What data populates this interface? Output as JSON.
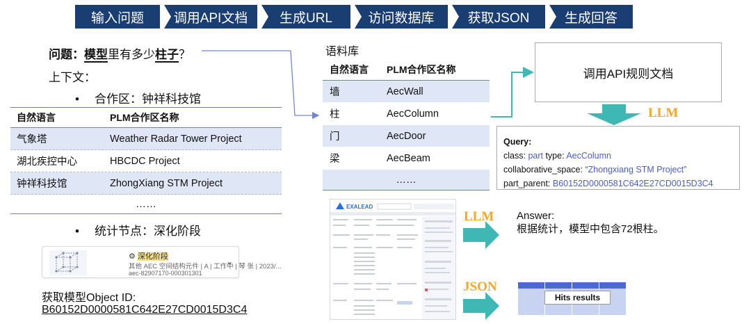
{
  "flow": {
    "steps": [
      "输入问题",
      "调用API文档",
      "生成URL",
      "访问数据库",
      "获取JSON",
      "生成回答"
    ]
  },
  "question": {
    "prefix": "问题：",
    "word1": "模型",
    "mid": "里有多少",
    "word2": "柱子",
    "suffix": "？"
  },
  "context_label": "上下文：",
  "collab": {
    "bullet": "合作区：钟祥科技馆",
    "headers": [
      "自然语言",
      "PLM合作区名称"
    ],
    "rows": [
      [
        "气象塔",
        "Weather Radar Tower Project"
      ],
      [
        "湖北疾控中心",
        "HBCDC Project"
      ],
      [
        "钟祥科技馆",
        "ZhongXiang STM Project"
      ]
    ],
    "ellipsis": "……"
  },
  "stat_node": {
    "bullet": "统计节点：深化阶段",
    "card_title": "深化阶段",
    "card_sub": "其他 AEC 空间结构元件 | A | 工作中 | 琴 张 | 2023/...",
    "card_id": "aec-82907170-000301301"
  },
  "object_id": {
    "label": "获取模型Object ID:",
    "value": "B60152D0000581C642E27CD0015D3C4"
  },
  "corpus": {
    "title": "语料库",
    "headers": [
      "自然语言",
      "PLM合作区名称"
    ],
    "rows": [
      [
        "墙",
        "AecWall"
      ],
      [
        "柱",
        "AecColumn"
      ],
      [
        "门",
        "AecDoor"
      ],
      [
        "梁",
        "AecBeam"
      ]
    ],
    "ellipsis": "……"
  },
  "rule_doc": "调用API规则文档",
  "llm_label_1": "LLM",
  "llm_label_2": "LLM",
  "json_label": "JSON",
  "query": {
    "heading": "Query:",
    "line1_k1": "class: ",
    "line1_v1": "part",
    "line1_k2": " type: ",
    "line1_v2": "AecColumn",
    "line2_k": "collaborative_space: ",
    "line2_v": "“Zhongxiang STM Project”",
    "line3_k": "part_parent: ",
    "line3_v": "B60152D0000581C642E27CD0015D3C4"
  },
  "answer": {
    "label": "Answer:",
    "text": "根据统计，模型中包含72根柱。"
  },
  "hits_label": "Hits results",
  "screenshot_brand": "EXALEAD",
  "colors": {
    "flow_bg": "#1a3e72",
    "accent_orange": "#f5a623",
    "arrow_teal": "#3fb7b5",
    "query_value": "#4a5bd6",
    "table_shade": "#dfe6f5"
  }
}
